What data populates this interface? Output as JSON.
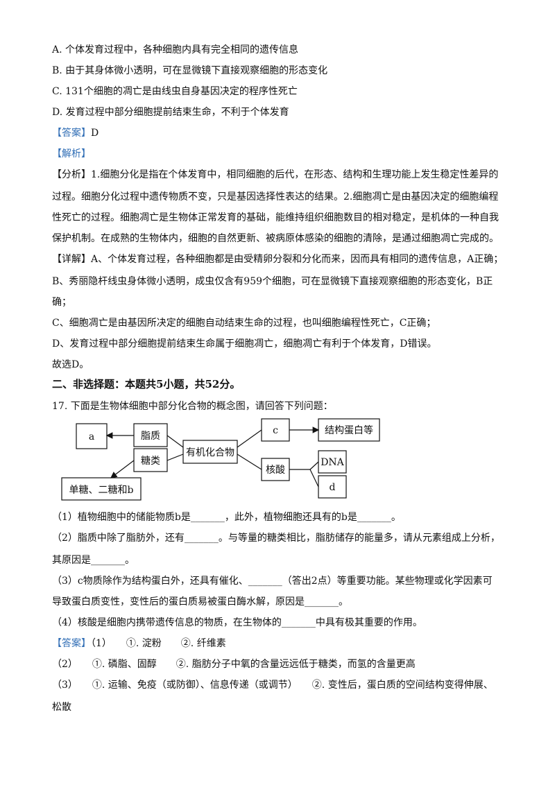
{
  "options": [
    "A. 个体发育过程中，各种细胞内具有完全相同的遗传信息",
    "B. 由于其身体微小透明，可在显微镜下直接观察细胞的形态变化",
    "C. 131个细胞的凋亡是由线虫自身基因决定的程序性死亡",
    "D. 发育过程中部分细胞提前结束生命，不利于个体发育"
  ],
  "answer_label": "【答案】",
  "answer_value": "D",
  "analysis_label": "【解析】",
  "analysis_head": "【分析】",
  "analysis_lines": [
    "1.细胞分化是指在个体发育中，相同细胞的后代，在形态、结构和生理功能上发生稳定性差异的",
    "过程。细胞分化过程中遗传物质不变，只是基因选择性表达的结果。2.细胞凋亡是由基因决定的细胞编程",
    "性死亡的过程。细胞凋亡是生物体正常发育的基础，能维持组织细胞数目的相对稳定，是机体的一种自我",
    "保护机制。在成熟的生物体内，细胞的自然更新、被病原体感染的细胞的清除，是通过细胞凋亡完成的。"
  ],
  "detail_head": "【详解】",
  "detail_lines": [
    "A、个体发育过程，各种细胞都是由受精卵分裂和分化而来，因而具有相同的遗传信息，A正确；",
    "B、秀丽隐杆线虫身体微小透明，成虫仅含有959个细胞，可在显微镜下直接观察细胞的形态变化，B正",
    "确；",
    "C、细胞凋亡是由基因所决定的细胞自动结束生命的过程，也叫细胞编程性死亡，C正确；",
    "D、发育过程中部分细胞提前结束生命属于细胞凋亡，细胞凋亡有利于个体发育，D错误。",
    "故选D。"
  ],
  "section_title": "二、非选择题：本题共5小题，共52分。",
  "q17_stem": "17. 下面是生物体细胞中部分化合物的概念图，请回答下列问题：",
  "diagram": {
    "a": "a",
    "lipid": "脂质",
    "sugar": "糖类",
    "sugar_b": "单糖、二糖和b",
    "organic": "有机化合物",
    "c": "c",
    "structural": "结构蛋白等",
    "nucleic": "核酸",
    "dna": "DNA",
    "d": "d"
  },
  "questions": [
    "（1）植物细胞中的储能物质b是_______，此外，植物细胞还具有的b是_______。",
    "（2）脂质中除了脂肪外，还有_______。与等量的糖类相比，脂肪储存的能量多，请从元素组成上分析，",
    "其原因是_______。",
    "（3）c物质除作为结构蛋白外，还具有催化、_______（答出2点）等重要功能。某些物理或化学因素可",
    "导致蛋白质变性，变性后的蛋白质易被蛋白酶水解，原因是_______。",
    "（4）核酸是细胞内携带遗传信息的物质，在生物体的_______中具有极其重要的作用。"
  ],
  "answers2_label": "【答案】",
  "answers2": [
    "（1）　　①. 淀粉　　②. 纤维素",
    "（2）　　①. 磷脂、固醇　　②. 脂肪分子中氧的含量远远低于糖类，而氢的含量更高",
    "（3）　　①. 运输、免疫（或防御）、信息传递（或调节）　　②. 变性后，蛋白质的空间结构变得伸展、",
    "松散"
  ]
}
